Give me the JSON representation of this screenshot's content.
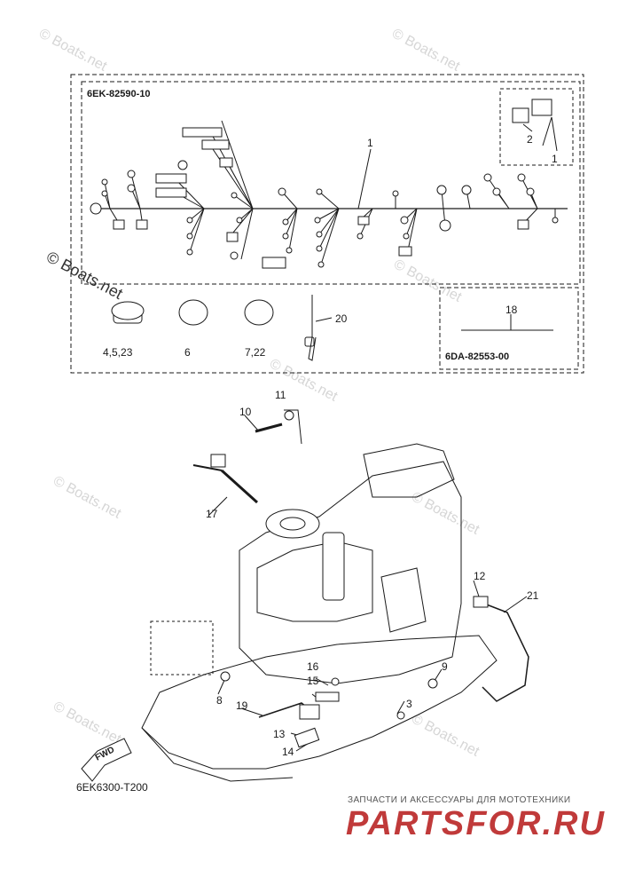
{
  "watermarks": [
    "© Boats.net",
    "© Boats.net",
    "© Boats.net",
    "© Boats.net",
    "© Boats.net",
    "© Boats.net",
    "© Boats.net",
    "© Boats.net",
    "© Boats.net"
  ],
  "harness_box": {
    "part_number": "6EK-82590-10",
    "callout_1": "1",
    "callout_2": "2",
    "callout_1b": "1"
  },
  "accessories": {
    "clip_a": "4,5,23",
    "clip_b": "6",
    "clip_c": "7,22",
    "tie": "20"
  },
  "lead_box": {
    "part_number": "6DA-82553-00",
    "callout": "18"
  },
  "engine_callouts": [
    "11",
    "10",
    "17",
    "12",
    "21",
    "9",
    "16",
    "15",
    "3",
    "19",
    "8",
    "13",
    "14"
  ],
  "fwd_label": "FWD",
  "diagram_code": "6EK6300-T200",
  "ad": {
    "tagline": "ЗАПЧАСТИ И АКСЕССУАРЫ ДЛЯ МОТОТЕХНИКИ",
    "logo": "PARTSFOR.RU"
  },
  "colors": {
    "line": "#1a1a1a",
    "watermark": "#d6d6d6",
    "logo": "#c03a3a"
  }
}
